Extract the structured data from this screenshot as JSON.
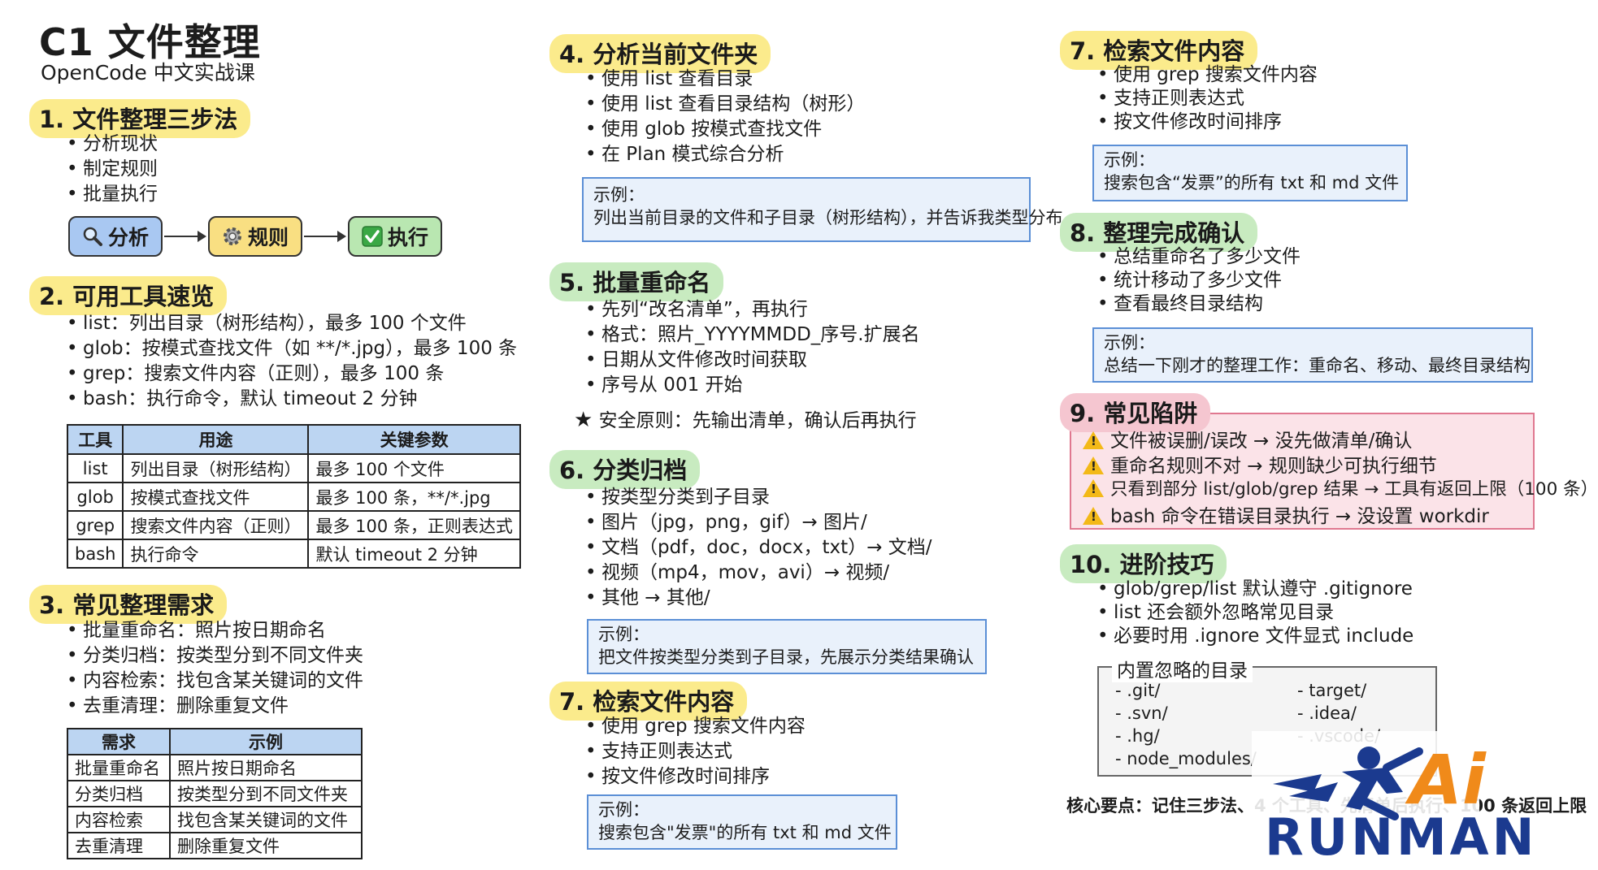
{
  "header": {
    "title": "C1 文件整理",
    "subtitle": "OpenCode 中文实战课"
  },
  "s1": {
    "title": "1. 文件整理三步法",
    "items": [
      "分析现状",
      "制定规则",
      "批量执行"
    ],
    "flow": [
      {
        "label": "分析",
        "icon": "magnifier-icon",
        "color": "#a9c8f2"
      },
      {
        "label": "规则",
        "icon": "gear-icon",
        "color": "#f9df82"
      },
      {
        "label": "执行",
        "icon": "checkmark-icon",
        "color": "#b9e7b1"
      }
    ]
  },
  "s2": {
    "title": "2. 可用工具速览",
    "items": [
      "list：列出目录（树形结构），最多 100 个文件",
      "glob：按模式查找文件（如 **/*.jpg），最多 100 条",
      "grep：搜索文件内容（正则），最多 100 条",
      "bash：执行命令，默认 timeout 2 分钟"
    ],
    "table": {
      "headers": [
        "工具",
        "用途",
        "关键参数"
      ],
      "rows": [
        [
          "list",
          "列出目录（树形结构）",
          "最多 100 个文件"
        ],
        [
          "glob",
          "按模式查找文件",
          "最多 100 条，**/*.jpg"
        ],
        [
          "grep",
          "搜索文件内容（正则）",
          "最多 100 条，正则表达式"
        ],
        [
          "bash",
          "执行命令",
          "默认 timeout 2 分钟"
        ]
      ]
    }
  },
  "s3": {
    "title": "3. 常见整理需求",
    "items": [
      "批量重命名：照片按日期命名",
      "分类归档：按类型分到不同文件夹",
      "内容检索：找包含某关键词的文件",
      "去重清理：删除重复文件"
    ],
    "table": {
      "headers": [
        "需求",
        "示例"
      ],
      "rows": [
        [
          "批量重命名",
          "照片按日期命名"
        ],
        [
          "分类归档",
          "按类型分到不同文件夹"
        ],
        [
          "内容检索",
          "找包含某关键词的文件"
        ],
        [
          "去重清理",
          "删除重复文件"
        ]
      ]
    }
  },
  "s4": {
    "title": "4. 分析当前文件夹",
    "items": [
      "使用 list 查看目录",
      "使用 list 查看目录结构（树形）",
      "使用 glob 按模式查找文件",
      "在 Plan 模式综合分析"
    ],
    "example_label": "示例：",
    "example_text": "列出当前目录的文件和子目录（树形结构），并告诉我类型分布"
  },
  "s5": {
    "title": "5. 批量重命名",
    "items": [
      "先列“改名清单”，再执行",
      "格式：照片_YYYYMMDD_序号.扩展名",
      "日期从文件修改时间获取",
      "序号从 001 开始"
    ],
    "principle": "安全原则：先输出清单，确认后再执行"
  },
  "s6": {
    "title": "6. 分类归档",
    "items": [
      "按类型分类到子目录",
      "图片（jpg，png，gif）→ 图片/",
      "文档（pdf，doc，docx，txt）→ 文档/",
      "视频（mp4，mov，avi）→ 视频/",
      "其他 → 其他/"
    ],
    "example_label": "示例：",
    "example_text": "把文件按类型分类到子目录，先展示分类结果确认"
  },
  "s7a": {
    "title": "7. 检索文件内容",
    "items": [
      "使用 grep 搜索文件内容",
      "支持正则表达式",
      "按文件修改时间排序"
    ],
    "example_label": "示例：",
    "example_text": "搜索包含\"发票\"的所有 txt 和 md 文件"
  },
  "s7b": {
    "title": "7. 检索文件内容",
    "items": [
      "使用 grep 搜索文件内容",
      "支持正则表达式",
      "按文件修改时间排序"
    ],
    "example_label": "示例：",
    "example_text": "搜索包含“发票”的所有 txt 和 md 文件"
  },
  "s8": {
    "title": "8. 整理完成确认",
    "items": [
      "总结重命名了多少文件",
      "统计移动了多少文件",
      "查看最终目录结构"
    ],
    "example_label": "示例：",
    "example_text": "总结一下刚才的整理工作：重命名、移动、最终目录结构"
  },
  "s9": {
    "title": "9. 常见陷阱",
    "items": [
      "文件被误删/误改 → 没先做清单/确认",
      "重命名规则不对 → 规则缺少可执行细节",
      "只看到部分 list/glob/grep 结果 → 工具有返回上限（100 条）",
      "bash 命令在错误目录执行 → 没设置 workdir"
    ]
  },
  "s10": {
    "title": "10. 进阶技巧",
    "items": [
      "glob/grep/list 默认遵守 .gitignore",
      "list 还会额外忽略常见目录",
      "必要时用 .ignore 文件显式 include"
    ],
    "ignore_title": "内置忽略的目录",
    "ignore_left": [
      "- .git/",
      "- .svn/",
      "- .hg/",
      "- node_modules/"
    ],
    "ignore_right": [
      "- target/",
      "- .idea/",
      "- .vscode/"
    ],
    "keypoint": "核心要点：记住三步法、4 个工具、先清单后执行、100 条返回上限"
  },
  "watermark": {
    "text": "RUNMAN",
    "accent": "Ai"
  }
}
